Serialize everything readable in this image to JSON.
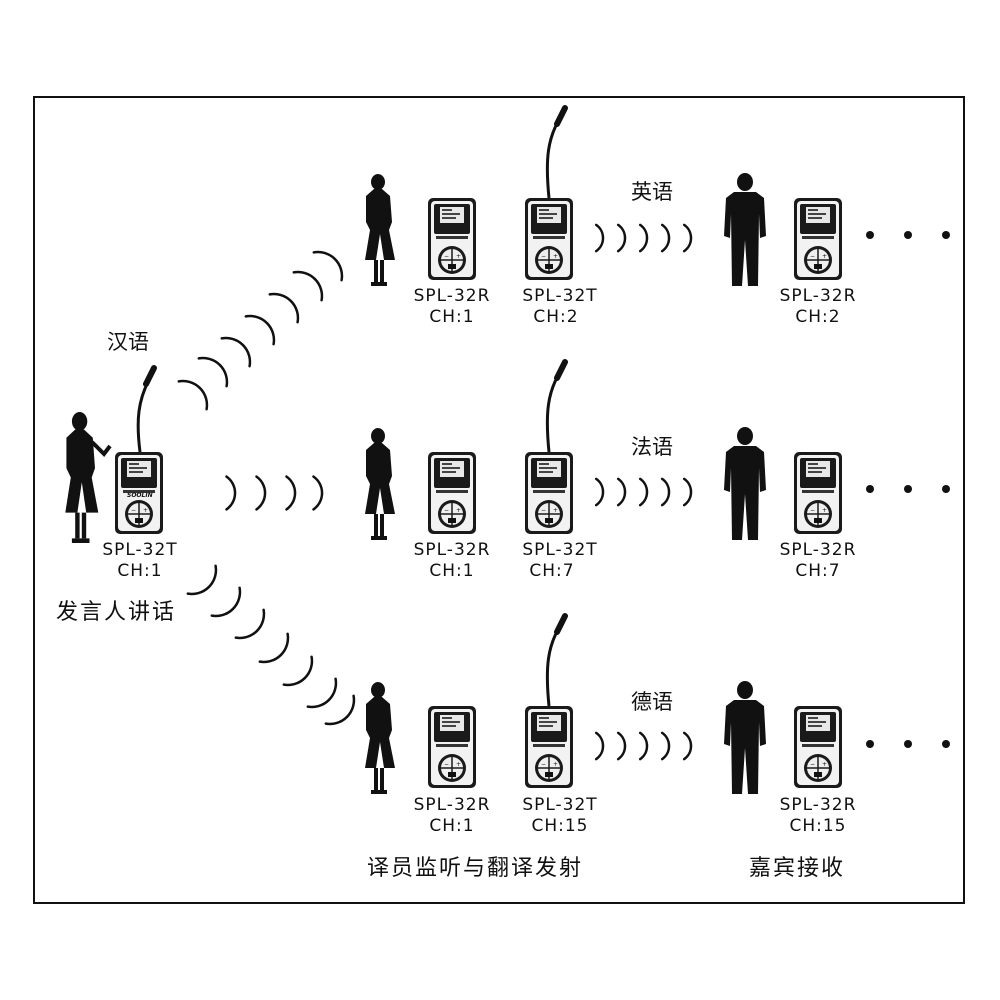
{
  "speaker": {
    "device_model": "SPL-32T",
    "device_channel": "CH:1",
    "language": "汉语",
    "caption": "发言人讲话"
  },
  "rows": [
    {
      "language": "英语",
      "interpreter_receiver": {
        "model": "SPL-32R",
        "channel": "CH:1"
      },
      "interpreter_transmitter": {
        "model": "SPL-32T",
        "channel": "CH:2"
      },
      "guest_receiver": {
        "model": "SPL-32R",
        "channel": "CH:2"
      }
    },
    {
      "language": "法语",
      "interpreter_receiver": {
        "model": "SPL-32R",
        "channel": "CH:1"
      },
      "interpreter_transmitter": {
        "model": "SPL-32T",
        "channel": "CH:7"
      },
      "guest_receiver": {
        "model": "SPL-32R",
        "channel": "CH:7"
      }
    },
    {
      "language": "德语",
      "interpreter_receiver": {
        "model": "SPL-32R",
        "channel": "CH:1"
      },
      "interpreter_transmitter": {
        "model": "SPL-32T",
        "channel": "CH:15"
      },
      "guest_receiver": {
        "model": "SPL-32R",
        "channel": "CH:15"
      }
    }
  ],
  "captions": {
    "interpreters": "译员监听与翻译发射",
    "guests": "嘉宾接收"
  },
  "device_brand": "SOOLIN",
  "icons": {
    "speaker": "woman-silhouette-icon",
    "interpreter": "woman-silhouette-icon",
    "guest": "man-silhouette-icon",
    "transmitter": "transmitter-with-gooseneck-mic-icon",
    "receiver": "pocket-receiver-icon",
    "signal": "radio-wave-arcs-icon"
  },
  "colors": {
    "ink": "#111111",
    "background": "#ffffff"
  }
}
